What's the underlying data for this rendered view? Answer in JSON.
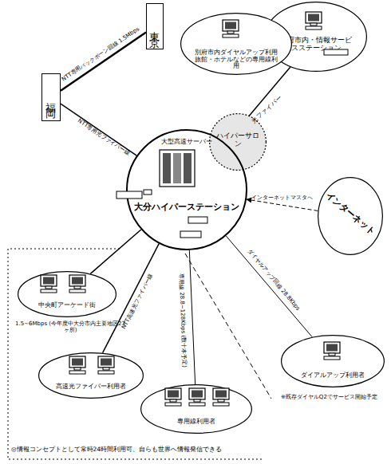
{
  "diagram": {
    "nodes": [
      {
        "text": [
          "東京"
        ]
      },
      {
        "text": [
          "福岡"
        ]
      },
      {
        "text": [
          "別府市内・情報サービスステーション"
        ]
      },
      {
        "text": [
          "別府市内ダイヤルアップ利用 旅館・ホテルなどの専用線利用"
        ]
      },
      {
        "text": [
          "ハイパーサロン"
        ]
      },
      {
        "text": [
          "大型高速サーバー",
          "大分ハイパーステーション"
        ]
      },
      {
        "text": [
          "インターネット"
        ]
      },
      {
        "text": [
          "中央町アーケード街",
          "1.5~6Mbps (今年度中大分市内主要地区23ヶ所)"
        ]
      },
      {
        "text": [
          "高速光ファイバー利用者"
        ]
      },
      {
        "text": [
          "専用線利用者"
        ]
      },
      {
        "text": [
          "ダイアルアップ利用者"
        ]
      }
    ],
    "edges": [
      {
        "from": 1,
        "to": 0,
        "arrow": "none",
        "label": "NTT専用バックボーン回線 1.5Mbps"
      },
      {
        "from": 5,
        "to": 1,
        "arrow": "none",
        "label": "NTT専用光ファイバー線"
      },
      {
        "from": 5,
        "to": 2,
        "arrow": "none",
        "label": "光ファイバー"
      },
      {
        "from": 6,
        "to": 5,
        "arrow": "to",
        "label": "インターネットマスタへ"
      },
      {
        "from": 5,
        "to": 7,
        "arrow": "none"
      },
      {
        "from": 5,
        "to": 8,
        "arrow": "none",
        "label": "NTT高速光ファイバー線"
      },
      {
        "from": 5,
        "to": 9,
        "arrow": "none",
        "label": "専用線 28.8~128Kbps (数十本予定)"
      },
      {
        "from": 5,
        "to": 10,
        "arrow": "none",
        "label": "ダイヤルアップ回線 28.8Kbps"
      }
    ],
    "labels": [
      "◎情報コンセプトとして常時24時間利用可、自らも世界へ情報発信できる",
      "※既存ダイヤルQ2でサービス開始予定"
    ]
  }
}
